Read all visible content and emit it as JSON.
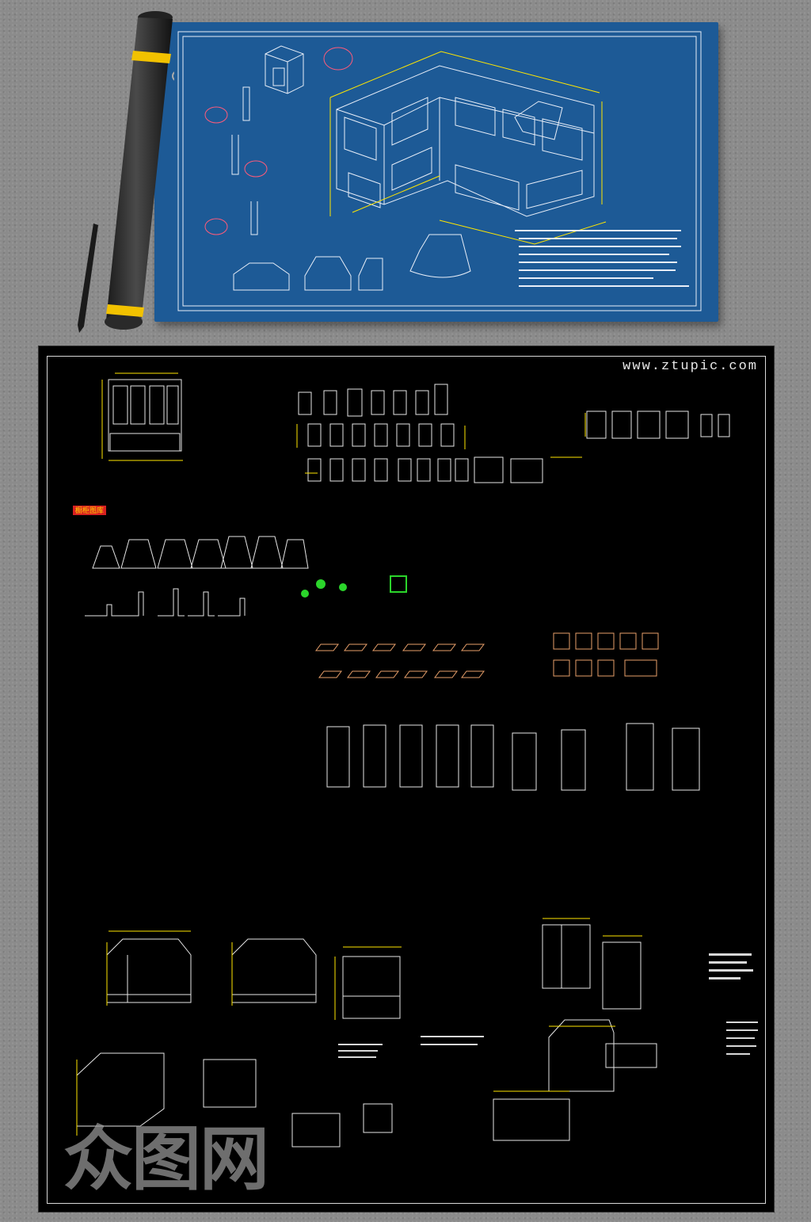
{
  "site_url": "www.ztupic.com",
  "watermark_text": "众图网",
  "red_label": "橱柜图库",
  "colors": {
    "background": "#8b8b8b",
    "poster_blue": "#1d5a96",
    "cad_black": "#000000",
    "cad_white": "#e6e6e6",
    "cad_yellow": "#ffe600",
    "cad_orange": "#e8a06a",
    "cad_green": "#2bd52b",
    "roll_band": "#f2c200"
  },
  "icons": {
    "roll": "poster-roll-icon",
    "pen": "pen-icon",
    "kitchen": "kitchen-cabinet-drawing"
  }
}
